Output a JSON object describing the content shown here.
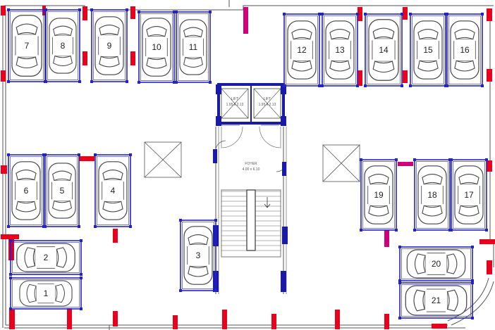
{
  "drawing": {
    "parking_spaces": [
      "1",
      "2",
      "3",
      "4",
      "5",
      "6",
      "7",
      "8",
      "9",
      "10",
      "11",
      "12",
      "13",
      "14",
      "15",
      "16",
      "17",
      "18",
      "19",
      "20",
      "21"
    ],
    "lift_left": {
      "label": "LIFT",
      "size": "1.95 x 2.13"
    },
    "lift_right": {
      "label": "LIFT",
      "size": "1.95 x 2.13"
    },
    "foyer": {
      "label": "FOYER",
      "size": "4.00 x 6.10"
    },
    "colors": {
      "wall": "#333333",
      "slot": "#2323c8",
      "column": "#e8001c",
      "pillar_accent": "#d0007a",
      "car": "#444444"
    }
  }
}
